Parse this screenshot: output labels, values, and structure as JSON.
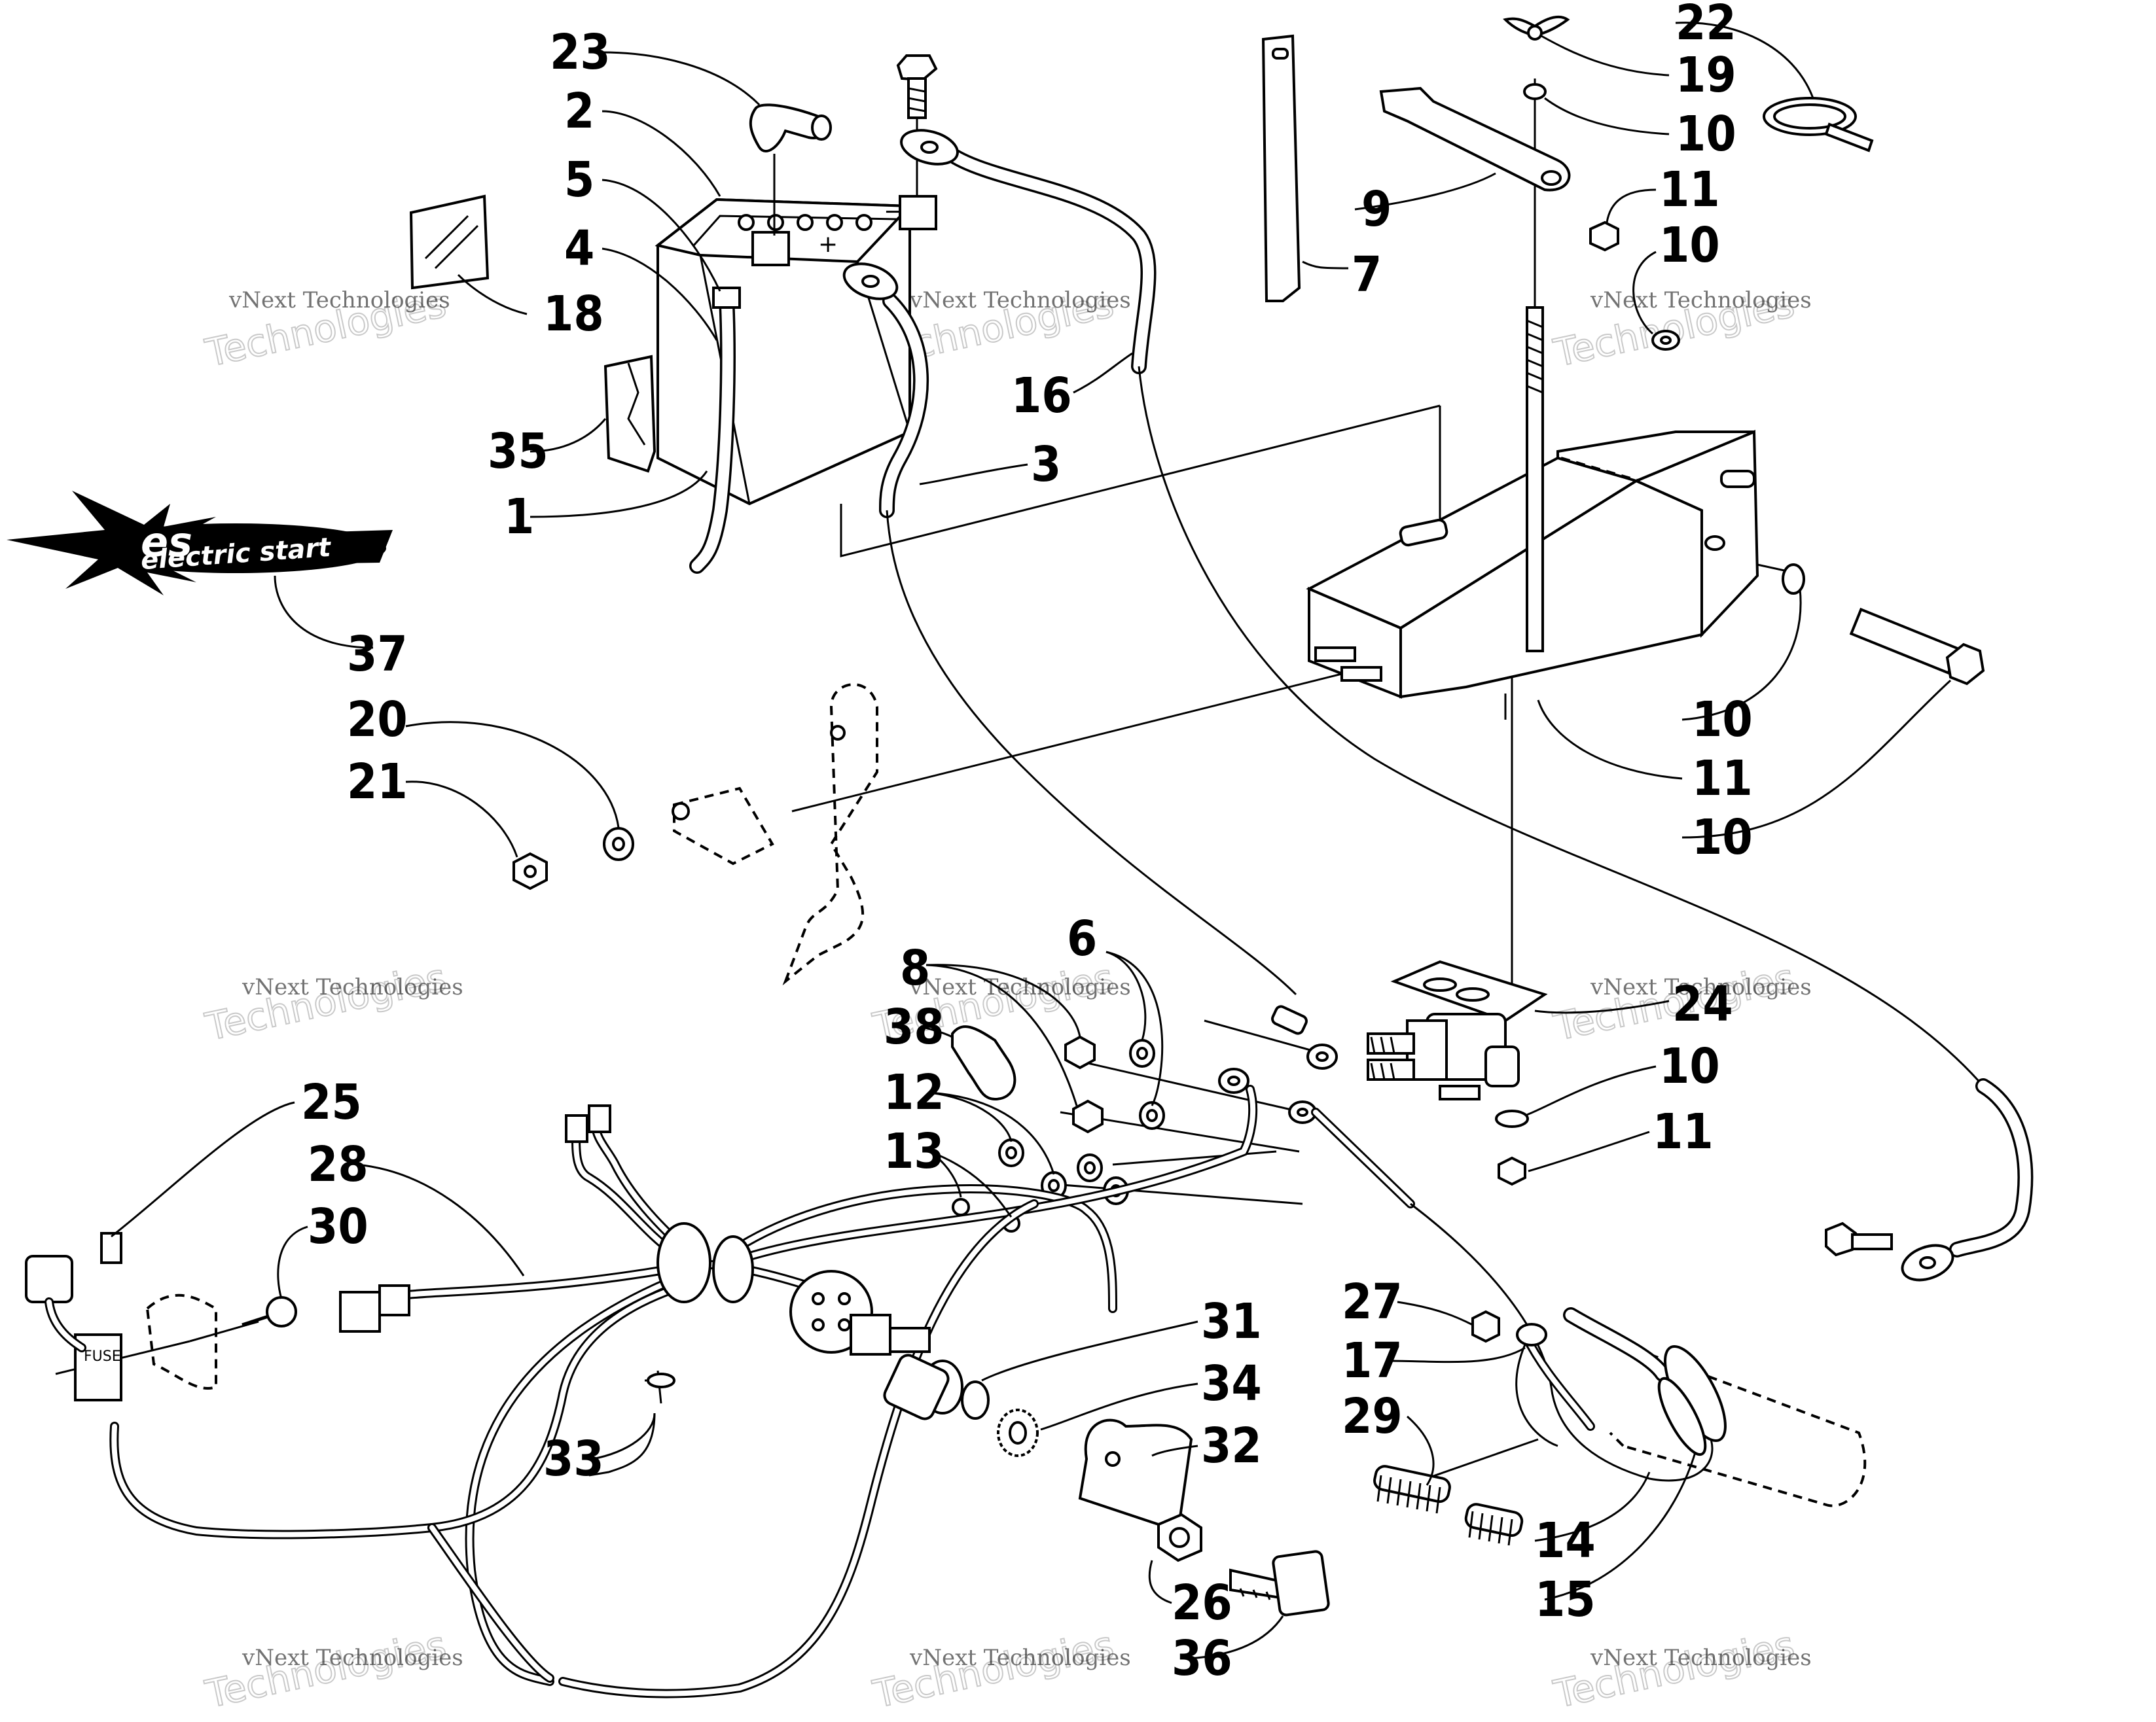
{
  "diagram": {
    "type": "exploded parts diagram",
    "logo": {
      "text": "electric start",
      "badge": "es"
    },
    "watermark": {
      "small": "vNext Technologies",
      "big": "Technologies"
    },
    "callouts": [
      {
        "id": "c23a",
        "label": "23"
      },
      {
        "id": "c2",
        "label": "2"
      },
      {
        "id": "c5",
        "label": "5"
      },
      {
        "id": "c4",
        "label": "4"
      },
      {
        "id": "c18",
        "label": "18"
      },
      {
        "id": "c35",
        "label": "35"
      },
      {
        "id": "c1",
        "label": "1"
      },
      {
        "id": "c3",
        "label": "3"
      },
      {
        "id": "c16",
        "label": "16"
      },
      {
        "id": "c37",
        "label": "37"
      },
      {
        "id": "c7",
        "label": "7"
      },
      {
        "id": "c9",
        "label": "9"
      },
      {
        "id": "c22",
        "label": "22"
      },
      {
        "id": "c19",
        "label": "19"
      },
      {
        "id": "c10a",
        "label": "10"
      },
      {
        "id": "c11a",
        "label": "11"
      },
      {
        "id": "c10b",
        "label": "10"
      },
      {
        "id": "c10c",
        "label": "10"
      },
      {
        "id": "c11b",
        "label": "11"
      },
      {
        "id": "c10d",
        "label": "10"
      },
      {
        "id": "c20",
        "label": "20"
      },
      {
        "id": "c21",
        "label": "21"
      },
      {
        "id": "c8",
        "label": "8"
      },
      {
        "id": "c6",
        "label": "6"
      },
      {
        "id": "c38",
        "label": "38"
      },
      {
        "id": "c12",
        "label": "12"
      },
      {
        "id": "c13",
        "label": "13"
      },
      {
        "id": "c24",
        "label": "24"
      },
      {
        "id": "c10e",
        "label": "10"
      },
      {
        "id": "c11c",
        "label": "11"
      },
      {
        "id": "c25",
        "label": "25"
      },
      {
        "id": "c28",
        "label": "28"
      },
      {
        "id": "c30",
        "label": "30"
      },
      {
        "id": "c31",
        "label": "31"
      },
      {
        "id": "c34",
        "label": "34"
      },
      {
        "id": "c32",
        "label": "32"
      },
      {
        "id": "c33",
        "label": "33"
      },
      {
        "id": "c26",
        "label": "26"
      },
      {
        "id": "c36",
        "label": "36"
      },
      {
        "id": "c27",
        "label": "27"
      },
      {
        "id": "c17",
        "label": "17"
      },
      {
        "id": "c29",
        "label": "29"
      },
      {
        "id": "c14",
        "label": "14"
      },
      {
        "id": "c15",
        "label": "15"
      }
    ]
  },
  "colors": {
    "ink": "#000000",
    "paper": "#ffffff",
    "watermark": "#b8b8b8"
  },
  "icons": [
    "battery-icon",
    "battery-tray-icon",
    "solenoid-icon",
    "ignition-switch-icon",
    "key-icon",
    "fuse-holder-icon",
    "wiring-harness-icon"
  ]
}
